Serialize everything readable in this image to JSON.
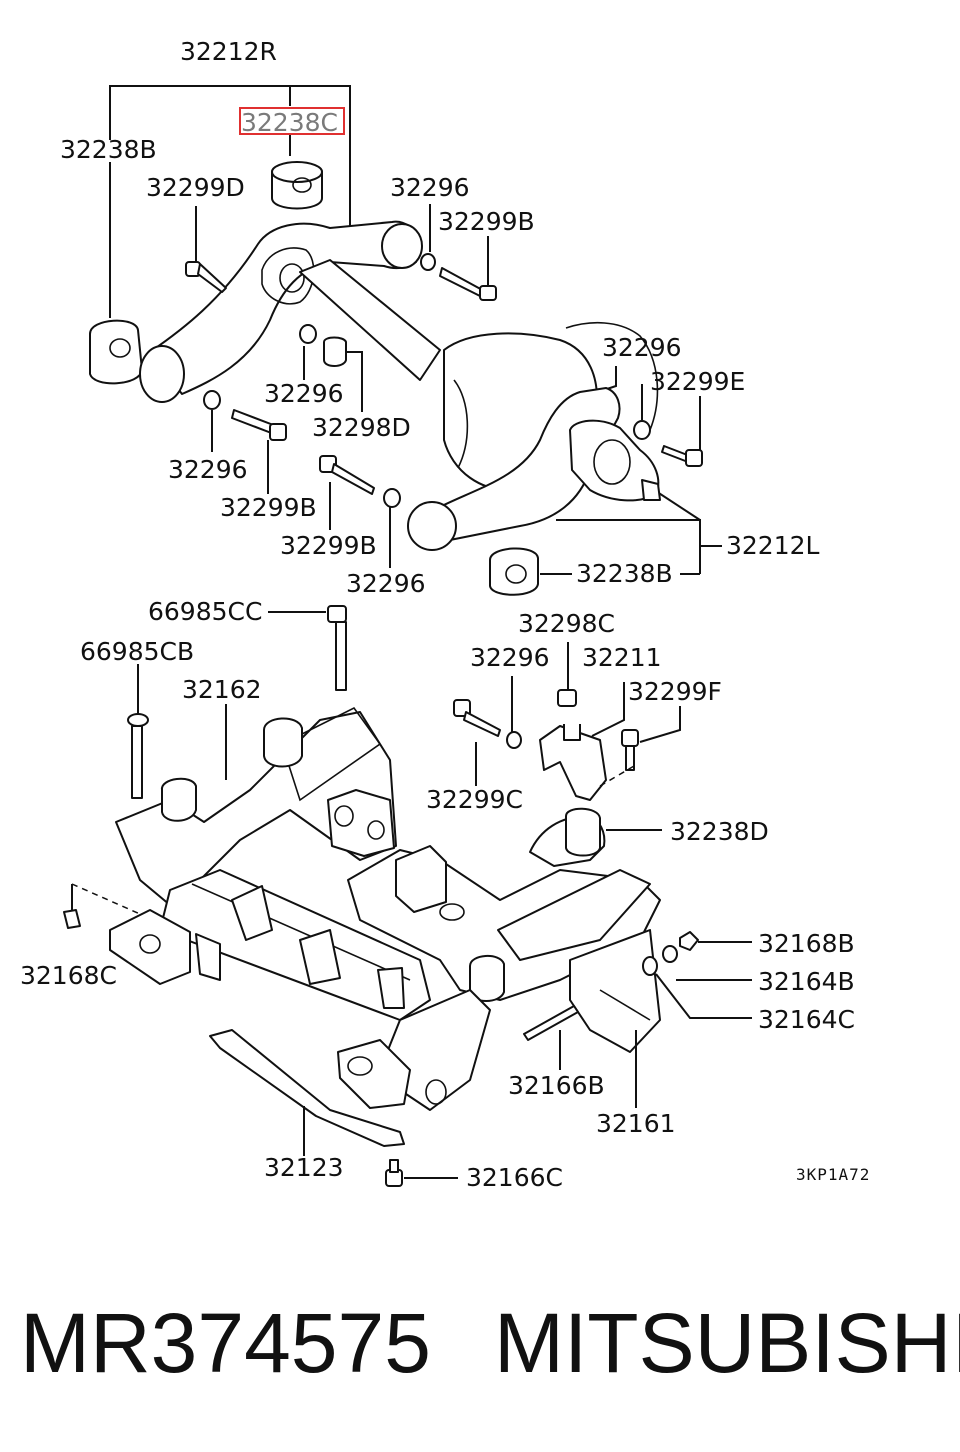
{
  "labels": {
    "l32212R": "32212R",
    "l32238C": "32238C",
    "l32238B_a": "32238B",
    "l32299D": "32299D",
    "l32296_a": "32296",
    "l32299B_a": "32299B",
    "l32296_b": "32296",
    "l32298D": "32298D",
    "l32296_c": "32296",
    "l32299B_b": "32299B",
    "l32299B_c": "32299B",
    "l32296_d": "32296",
    "l32296_e": "32296",
    "l32299E": "32299E",
    "l32212L": "32212L",
    "l32238B_b": "32238B",
    "l66985CC": "66985CC",
    "l66985CB": "66985CB",
    "l32162": "32162",
    "l32298C": "32298C",
    "l32296_f": "32296",
    "l32211": "32211",
    "l32299F": "32299F",
    "l32299C": "32299C",
    "l32238D": "32238D",
    "l32168C": "32168C",
    "l32168B": "32168B",
    "l32164B": "32164B",
    "l32164C": "32164C",
    "l32166B": "32166B",
    "l32161": "32161",
    "l32123": "32123",
    "l32166C": "32166C"
  },
  "diagram_code": "3KP1A72",
  "highlighted_part": "32238C",
  "caption": {
    "part_number": "MR374575",
    "brand": "MITSUBISHI"
  }
}
